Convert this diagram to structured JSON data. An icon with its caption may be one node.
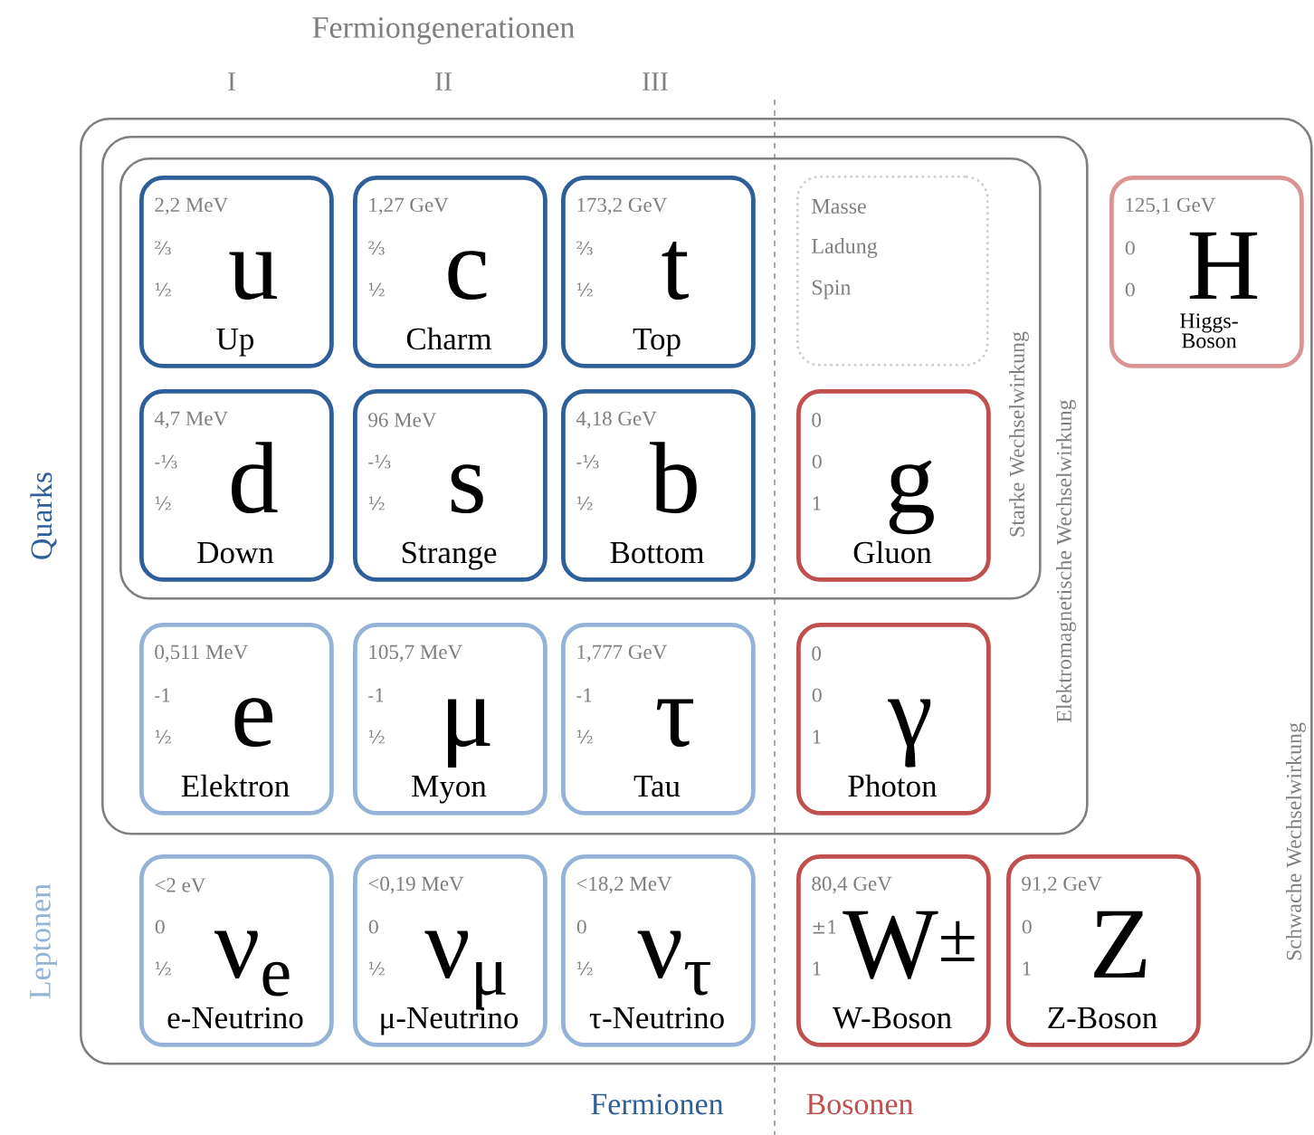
{
  "diagram": {
    "title": "Fermiongenerationen",
    "nodes": [
      {
        "text": [
          "Schwache Wechselwirkung"
        ]
      },
      {
        "text": [
          "Elektromagnetische Wechselwirkung"
        ],
        "in": 0
      },
      {
        "text": [
          "Starke Wechselwirkung"
        ],
        "in": 1
      },
      {
        "text": [
          "2,2 MeV",
          "⅔",
          "½",
          "u",
          "Up"
        ],
        "in": 2
      },
      {
        "text": [
          "1,27 GeV",
          "⅔",
          "½",
          "c",
          "Charm"
        ],
        "in": 2
      },
      {
        "text": [
          "173,2 GeV",
          "⅔",
          "½",
          "t",
          "Top"
        ],
        "in": 2
      },
      {
        "text": [
          "Masse",
          "Ladung",
          "Spin"
        ],
        "in": 2
      },
      {
        "text": [
          "125,1 GeV",
          "0",
          "0",
          "H",
          "Higgs-Boson"
        ],
        "in": 0
      },
      {
        "text": [
          "4,7 MeV",
          "-⅓",
          "½",
          "d",
          "Down"
        ],
        "in": 2
      },
      {
        "text": [
          "96 MeV",
          "-⅓",
          "½",
          "s",
          "Strange"
        ],
        "in": 2
      },
      {
        "text": [
          "4,18 GeV",
          "-⅓",
          "½",
          "b",
          "Bottom"
        ],
        "in": 2
      },
      {
        "text": [
          "0",
          "0",
          "1",
          "g",
          "Gluon"
        ],
        "in": 2
      },
      {
        "text": [
          "0,511 MeV",
          "-1",
          "½",
          "e",
          "Elektron"
        ],
        "in": 1
      },
      {
        "text": [
          "105,7 MeV",
          "-1",
          "½",
          "μ",
          "Myon"
        ],
        "in": 1
      },
      {
        "text": [
          "1,777 GeV",
          "-1",
          "½",
          "τ",
          "Tau"
        ],
        "in": 1
      },
      {
        "text": [
          "0",
          "0",
          "1",
          "γ",
          "Photon"
        ],
        "in": 1
      },
      {
        "text": [
          "<2 eV",
          "0",
          "½",
          "ν$_{e}$",
          "e-Neutrino"
        ],
        "in": 0
      },
      {
        "text": [
          "<0,19 MeV",
          "0",
          "½",
          "ν$_{μ}$",
          "μ-Neutrino"
        ],
        "in": 0
      },
      {
        "text": [
          "<18,2 MeV",
          "0",
          "½",
          "ν$_{τ}$",
          "τ-Neutrino"
        ],
        "in": 0
      },
      {
        "text": [
          "80,4 GeV",
          "±1",
          "1",
          "W$^{±}$",
          "W-Boson"
        ],
        "in": 0
      },
      {
        "text": [
          "91,2 GeV",
          "0",
          "1",
          "Z",
          "Z-Boson"
        ],
        "in": 0
      }
    ],
    "labels": [
      "I",
      "II",
      "III",
      "Quarks",
      "Leptonen",
      "Fermionen",
      "Bosonen"
    ]
  }
}
